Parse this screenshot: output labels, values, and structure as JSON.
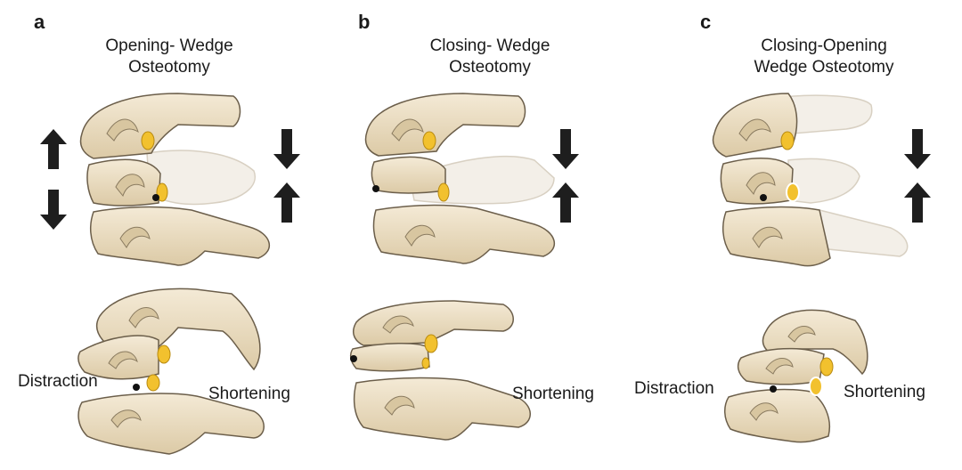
{
  "panels": [
    {
      "letter": "a",
      "title_line1": "Opening- Wedge",
      "title_line2": "Osteotomy",
      "left_label": "Distraction",
      "right_label": "Shortening"
    },
    {
      "letter": "b",
      "title_line1": "Closing- Wedge",
      "title_line2": "Osteotomy",
      "right_label": "Shortening"
    },
    {
      "letter": "c",
      "title_line1": "Closing-Opening",
      "title_line2": "Wedge Osteotomy",
      "left_label": "Distraction",
      "right_label": "Shortening"
    }
  ],
  "colors": {
    "bone": "#eadcc0",
    "bone_outline": "#6b5e4a",
    "ghost_bone": "#f3efe8",
    "facet": "#f2c12e",
    "arrow": "#1e1e1e",
    "pivot": "#111111"
  }
}
